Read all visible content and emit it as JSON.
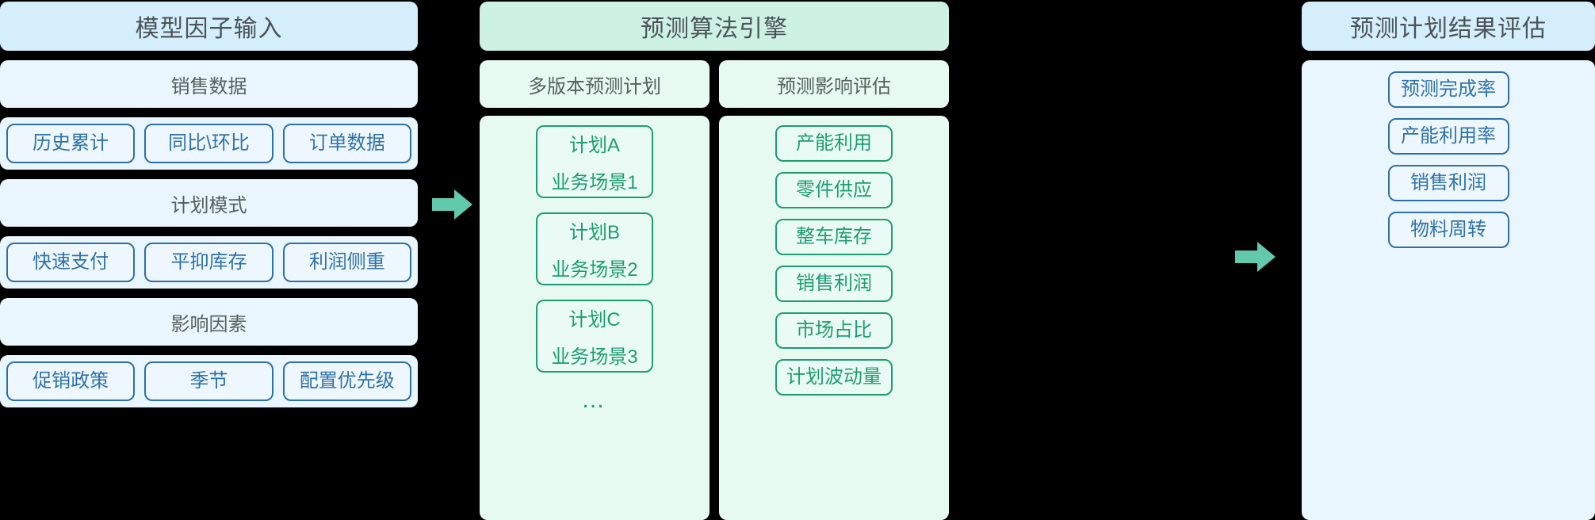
{
  "diagram": {
    "columns": {
      "input": {
        "title": "模型因子输入",
        "sections": [
          {
            "heading": "销售数据",
            "chips": [
              "历史累计",
              "同比\\环比",
              "订单数据"
            ]
          },
          {
            "heading": "计划模式",
            "chips": [
              "快速支付",
              "平抑库存",
              "利润侧重"
            ]
          },
          {
            "heading": "影响因素",
            "chips": [
              "促销政策",
              "季节",
              "配置优先级"
            ]
          }
        ]
      },
      "engine": {
        "title": "预测算法引擎",
        "groups": [
          {
            "heading": "多版本预测计划",
            "cards": [
              {
                "name": "计划A",
                "scenario": "业务场景1"
              },
              {
                "name": "计划B",
                "scenario": "业务场景2"
              },
              {
                "name": "计划C",
                "scenario": "业务场景3"
              }
            ],
            "more": "…"
          },
          {
            "heading": "预测影响评估",
            "items": [
              "产能利用",
              "零件供应",
              "整车库存",
              "销售利润",
              "市场占比",
              "计划波动量"
            ]
          }
        ]
      },
      "result": {
        "title": "预测计划结果评估",
        "items": [
          "预测完成率",
          "产能利用率",
          "销售利润",
          "物料周转"
        ]
      }
    },
    "connectors": [
      {
        "name": "arrow-input-to-engine",
        "glyph": "right-arrow"
      },
      {
        "name": "arrow-engine-to-result",
        "glyph": "right-arrow"
      }
    ],
    "colors": {
      "blue_header": "#d4eefb",
      "blue_panel": "#eaf6fd",
      "blue_accent": "#2f6fa8",
      "green_header": "#cdf2e3",
      "green_panel": "#e6faf2",
      "green_accent": "#1f9d72",
      "arrow": "#62c9ad",
      "background": "#000000",
      "title_text": "#4b5358"
    }
  }
}
